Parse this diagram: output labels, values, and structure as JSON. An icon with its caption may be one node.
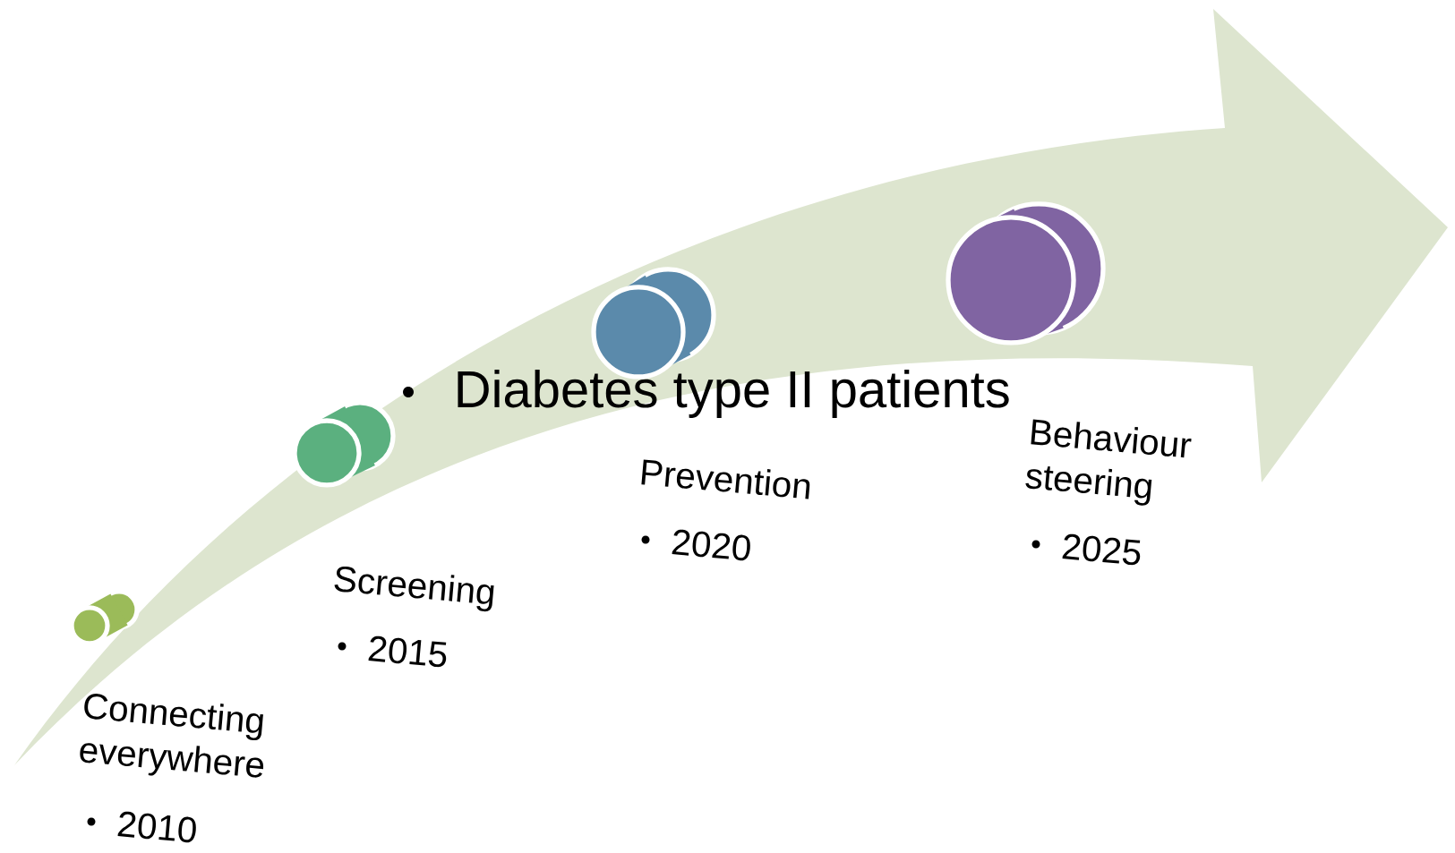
{
  "diagram": {
    "nodes": [
      {
        "text": [],
        "shape": "cylinder",
        "beside": [
          "Connecting everywhere",
          "2010"
        ]
      },
      {
        "text": [],
        "shape": "cylinder",
        "beside": [
          "Screening",
          "2015"
        ]
      },
      {
        "text": [],
        "shape": "cylinder",
        "beside": [
          "Prevention",
          "2020"
        ]
      },
      {
        "text": [],
        "shape": "cylinder",
        "beside": [
          "Behaviour steering",
          "2025"
        ]
      }
    ],
    "labels": [
      "Diabetes type II patients"
    ]
  }
}
